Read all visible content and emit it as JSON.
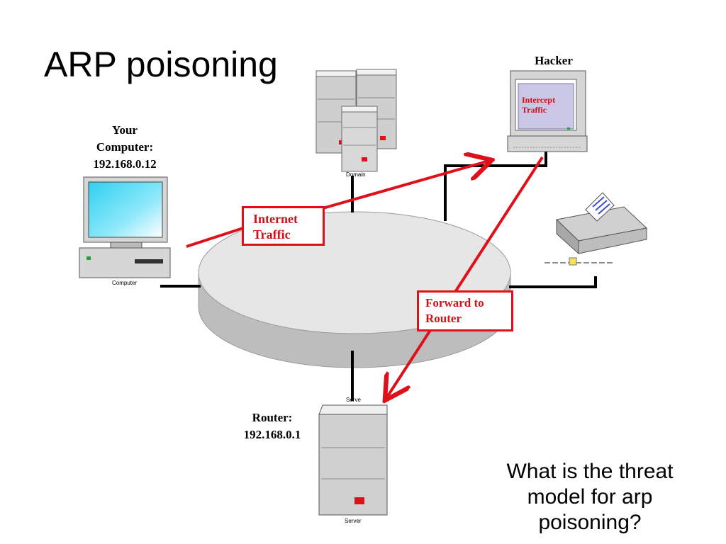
{
  "slide": {
    "title": "ARP poisoning",
    "question": "What is the threat model for arp poisoning?"
  },
  "nodes": {
    "hacker": {
      "label": "Hacker",
      "screen_text_1": "Intercept",
      "screen_text_2": "Traffic"
    },
    "computer": {
      "label_1": "Your",
      "label_2": "Computer:",
      "label_3": "192.168.0.12",
      "caption": "Computer"
    },
    "domain": {
      "caption": "Domain"
    },
    "router": {
      "label_1": "Router:",
      "label_2": "192.168.0.1",
      "caption_top": "Serve",
      "caption_bottom": "Server"
    },
    "printer": {}
  },
  "annotations": {
    "internet_traffic_1": "Internet",
    "internet_traffic_2": "Traffic",
    "forward_1": "Forward to",
    "forward_2": "Router"
  },
  "colors": {
    "arrow": "#e0101a",
    "cable": "#000000",
    "hub": "#e6e6e6"
  }
}
